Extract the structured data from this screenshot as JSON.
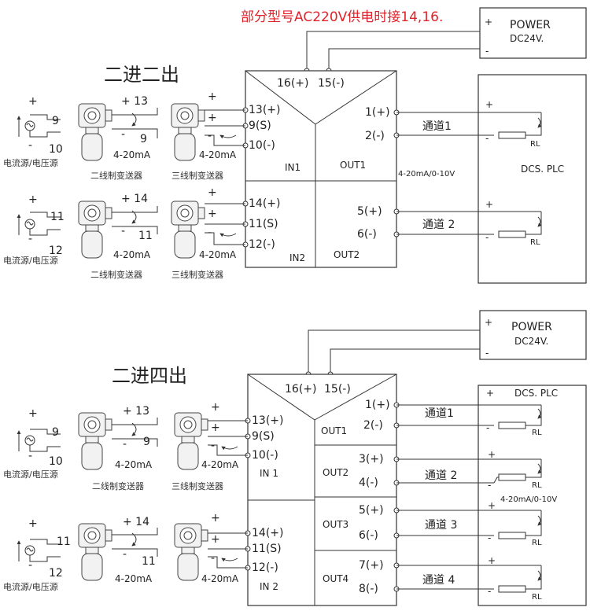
{
  "note": "部分型号AC220V供电时接14,16.",
  "top": {
    "title": "二进二出",
    "power": {
      "title": "POWER",
      "voltage": "DC24V.",
      "plus": "+",
      "minus": "-"
    },
    "supply_pins": {
      "p16": "16(+)",
      "p15": "15(-)"
    },
    "in1": {
      "p13": "13(+)",
      "p9": "9(S)",
      "p10": "10(-)",
      "label": "IN1"
    },
    "in2": {
      "p14": "14(+)",
      "p11": "11(S)",
      "p12": "12(-)",
      "label": "IN2"
    },
    "out1": {
      "p1": "1(+)",
      "p2": "2(-)",
      "label": "OUT1"
    },
    "out2": {
      "p5": "5(+)",
      "p6": "6(-)",
      "label": "OUT2"
    },
    "signal": "4-20mA/0-10V",
    "dcs": "DCS. PLC",
    "channel1": "通道1",
    "channel2": "通道 2",
    "rl": "RL",
    "src1": {
      "t1": "9",
      "t2": "10",
      "plus": "+",
      "minus": "-",
      "caption": "电流源/电压源"
    },
    "src2": {
      "t1": "11",
      "t2": "12",
      "plus": "+",
      "minus": "-",
      "caption": "电流源/电压源"
    },
    "two_wire_1": {
      "t1": "+ 13",
      "t2": "9",
      "minus": "-",
      "current": "4-20mA",
      "caption": "二线制变送器"
    },
    "two_wire_2": {
      "t1": "+ 14",
      "t2": "11",
      "minus": "-",
      "current": "4-20mA",
      "caption": "二线制变送器"
    },
    "three_wire_1": {
      "plus1": "+",
      "plus2": "+",
      "minus": "-",
      "current": "4-20mA",
      "caption": "三线制变送器"
    },
    "three_wire_2": {
      "plus1": "+",
      "plus2": "+",
      "minus": "-",
      "current": "4-20mA",
      "caption": "三线制变送器"
    }
  },
  "bottom": {
    "title": "二进四出",
    "power": {
      "title": "POWER",
      "voltage": "DC24V.",
      "plus": "+",
      "minus": "-"
    },
    "supply_pins": {
      "p16": "16(+)",
      "p15": "15(-)"
    },
    "in1": {
      "p13": "13(+)",
      "p9": "9(S)",
      "p10": "10(-)",
      "label": "IN 1"
    },
    "in2": {
      "p14": "14(+)",
      "p11": "11(S)",
      "p12": "12(-)",
      "label": "IN 2"
    },
    "out1": {
      "p1": "1(+)",
      "p2": "2(-)",
      "label": "OUT1"
    },
    "out2": {
      "p3": "3(+)",
      "p4": "4(-)",
      "label": "OUT2"
    },
    "out3": {
      "p5": "5(+)",
      "p6": "6(-)",
      "label": "OUT3"
    },
    "out4": {
      "p7": "7(+)",
      "p8": "8(-)",
      "label": "OUT4"
    },
    "signal": "4-20mA/0-10V",
    "dcs": "DCS. PLC",
    "channel1": "通道1",
    "channel2": "通道 2",
    "channel3": "通道 3",
    "channel4": "通道 4",
    "rl": "RL",
    "src1": {
      "t1": "9",
      "t2": "10",
      "plus": "+",
      "minus": "-",
      "caption": "电流源/电压源"
    },
    "src2": {
      "t1": "11",
      "t2": "12",
      "plus": "+",
      "minus": "-",
      "caption": "电流源/电压源"
    },
    "two_wire_1": {
      "t1": "+ 13",
      "t2": "9",
      "minus": "-",
      "current": "4-20mA",
      "caption": "二线制变送器"
    },
    "two_wire_2": {
      "t1": "+ 14",
      "t2": "11",
      "minus": "-",
      "current": "4-20mA"
    },
    "three_wire_1": {
      "plus1": "+",
      "plus2": "+",
      "minus": "-",
      "current": "4-20mA",
      "caption": "三线制变送器"
    },
    "three_wire_2": {
      "plus1": "+",
      "plus2": "+",
      "minus": "-",
      "current": "4-20mA"
    }
  }
}
